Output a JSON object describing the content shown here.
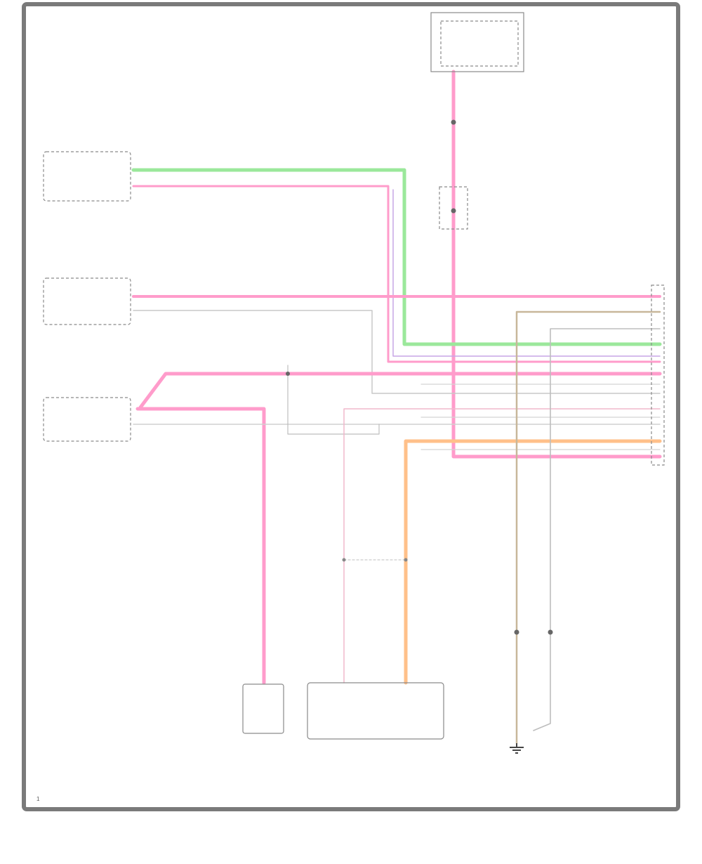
{
  "page": {
    "page_number": "1"
  },
  "colors": {
    "pink": "#ff9ccb",
    "green": "#9be89b",
    "orange": "#ffc08a",
    "tan": "#c8b79a",
    "grey": "#c8c8c8",
    "violet": "#c7a6e6",
    "frame": "#7a7a7a"
  },
  "components": {
    "fuse_block": {
      "id": "fuse-block",
      "lines": [
        "",
        "",
        "",
        ""
      ],
      "aux": [
        "",
        ""
      ]
    },
    "junction": {
      "id": "junction",
      "lines": [
        ""
      ]
    },
    "module_top_left": {
      "id": "module-top-left",
      "pins": [
        "",
        ""
      ],
      "caption": [
        "",
        "",
        ""
      ]
    },
    "module_mid_left": {
      "id": "module-mid-left",
      "pins": [
        "",
        ""
      ],
      "caption": [
        "",
        "",
        ""
      ]
    },
    "module_low_left": {
      "id": "module-low-left",
      "pins": [
        "",
        ""
      ],
      "caption": [
        "",
        "",
        ""
      ]
    },
    "sensor_bottom_left": {
      "id": "sensor-bottom-left",
      "caption": [
        "",
        "",
        ""
      ]
    },
    "switch_bottom_mid": {
      "id": "switch-bottom-mid",
      "pins": [
        "",
        ""
      ],
      "caption": [
        "",
        "",
        "",
        ""
      ]
    },
    "ground_bottom_right": {
      "id": "ground-bottom-right",
      "caption": [
        "",
        "",
        ""
      ]
    },
    "connector_right": {
      "id": "connector-right",
      "pins": [
        "",
        "",
        "",
        "",
        "",
        "",
        "",
        "",
        "",
        "",
        ""
      ],
      "caption": [
        "",
        "",
        "",
        ""
      ]
    }
  }
}
